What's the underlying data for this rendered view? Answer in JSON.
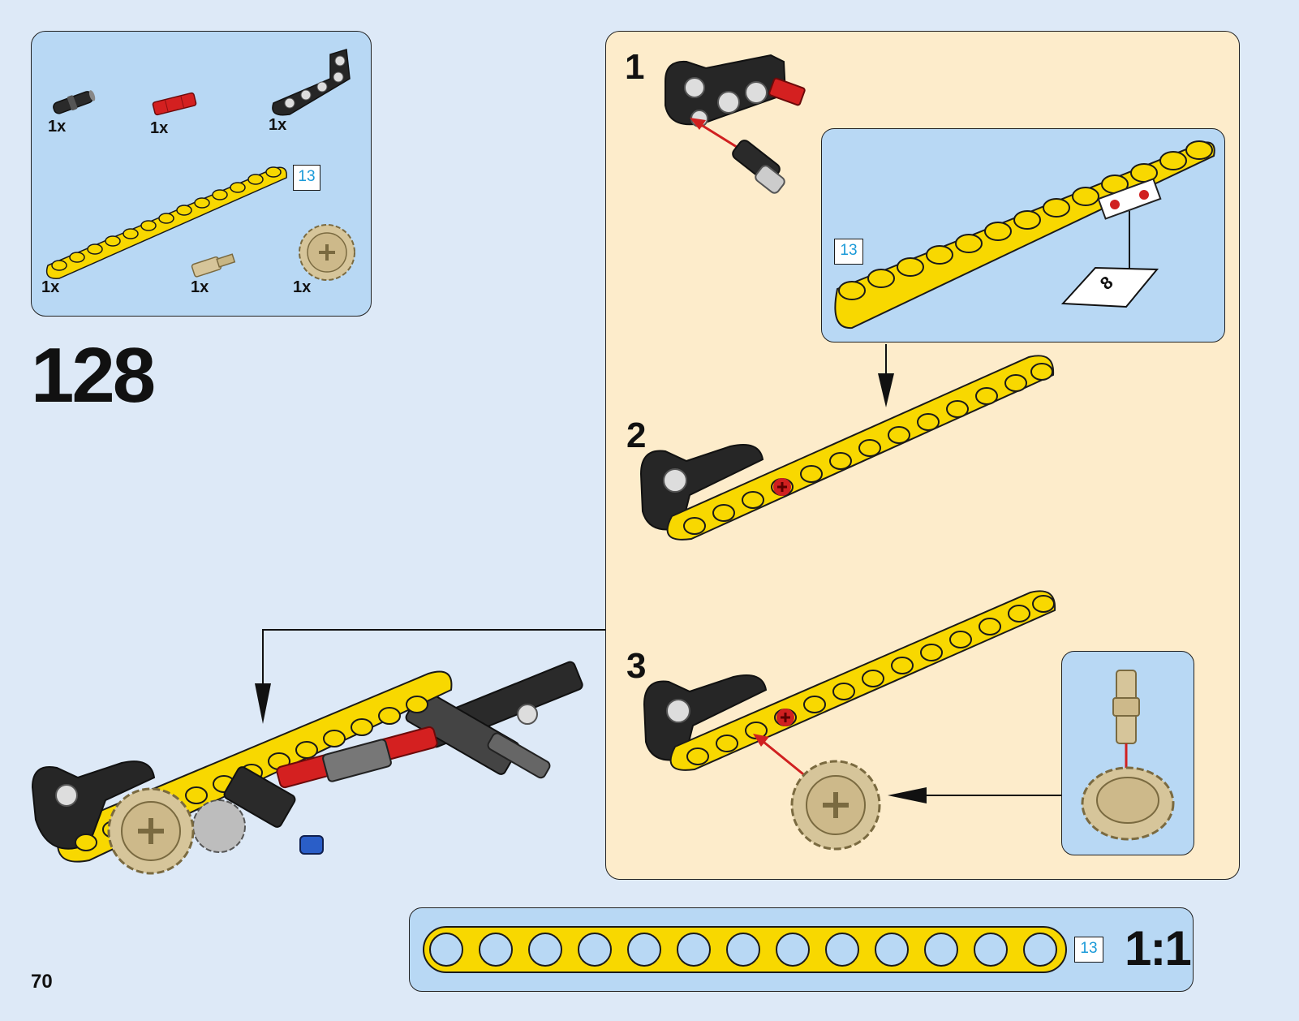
{
  "parts_list": {
    "items": [
      {
        "name": "black-connector-pin",
        "qty": "1x"
      },
      {
        "name": "red-axle-connector",
        "qty": "1x"
      },
      {
        "name": "black-angled-beam",
        "qty": "1x"
      },
      {
        "name": "yellow-beam-13",
        "qty": "1x",
        "length": "13"
      },
      {
        "name": "tan-axle-pin",
        "qty": "1x"
      },
      {
        "name": "tan-gear-20-tooth",
        "qty": "1x"
      }
    ]
  },
  "step_number": "128",
  "substeps": {
    "s1": "1",
    "s2": "2",
    "s3": "3",
    "callout_length": "13",
    "sticker_number": "8"
  },
  "ruler": {
    "length_badge": "13",
    "scale": "1:1"
  },
  "page_number": "70",
  "colors": {
    "background": "#dde9f7",
    "callout_blue": "#b8d8f4",
    "substep_bg": "#fdeccb",
    "beam_yellow": "#f8d800",
    "gear_tan": "#d6c59a",
    "accent_red": "#d02020",
    "badge_text": "#1a9ad8"
  }
}
